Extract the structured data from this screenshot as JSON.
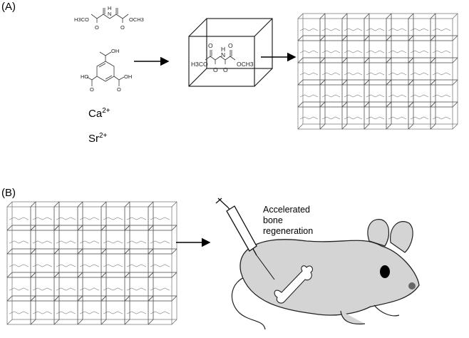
{
  "panels": {
    "a_label": "(A)",
    "b_label": "(B)"
  },
  "ions": {
    "ca_base": "Ca",
    "ca_charge": "2+",
    "sr_base": "Sr",
    "sr_charge": "2+"
  },
  "linker_labels": {
    "left_methyl": "H3CO",
    "right_methyl": "OCH3",
    "amine": "N",
    "amine_h": "H",
    "carbonyl_o": "O",
    "acid_oh": "OH",
    "acid_ho": "HO"
  },
  "caption": {
    "line1": "Accelerated",
    "line2": "bone",
    "line3": "regeneration"
  },
  "colors": {
    "mouse_body": "#d4d4d4",
    "bone": "#ffffff",
    "outline": "#222222",
    "cube_line": "#555555"
  }
}
